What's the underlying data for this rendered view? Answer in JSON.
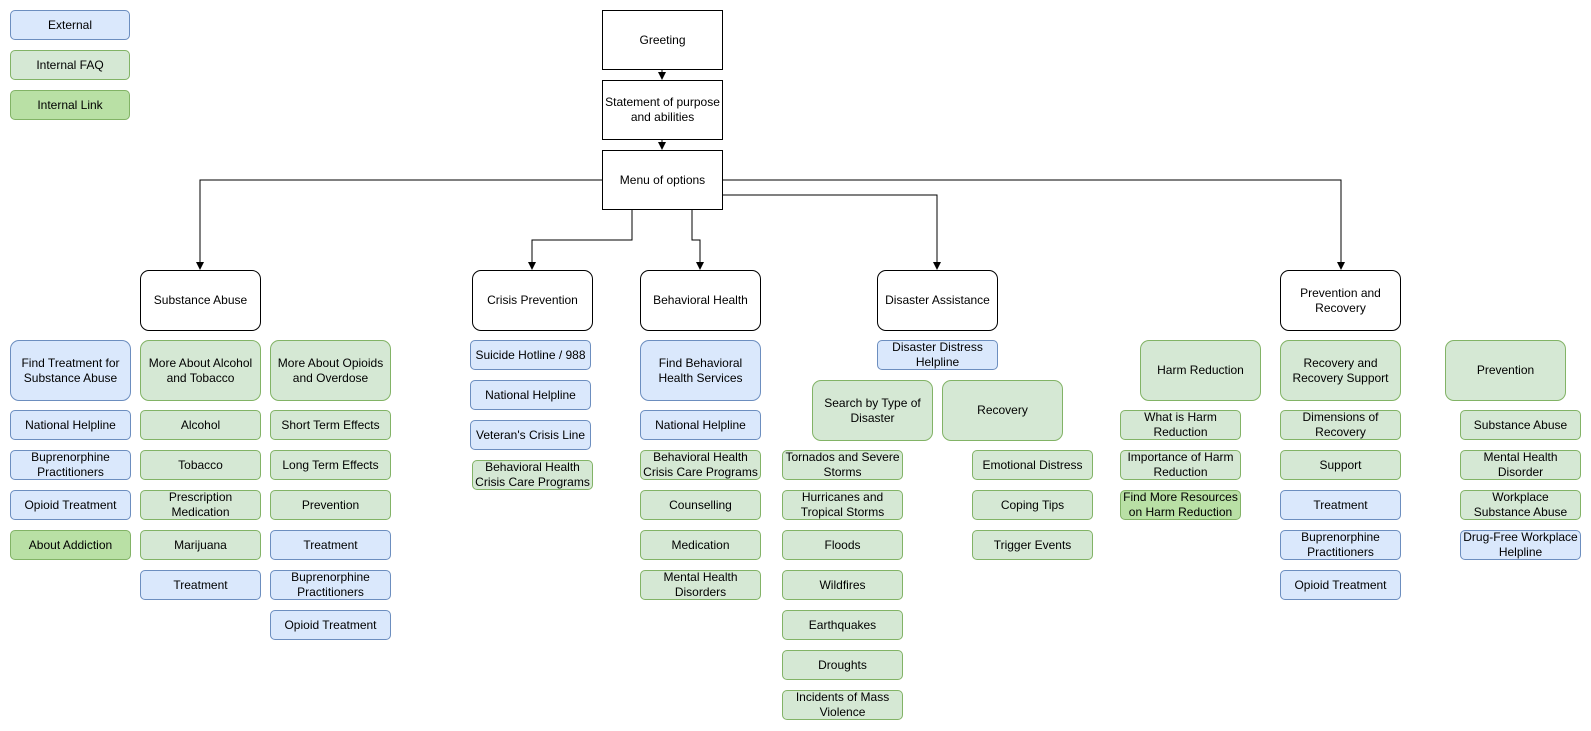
{
  "colors": {
    "external_fill": "#dae8fc",
    "external_stroke": "#6c8ebf",
    "faq_fill": "#d5e8d4",
    "faq_stroke": "#82b366",
    "link_fill": "#b9e0a5",
    "link_stroke": "#82b366",
    "line": "#000000"
  },
  "legend": {
    "external": "External",
    "internal_faq": "Internal FAQ",
    "internal_link": "Internal Link"
  },
  "top": {
    "greeting": "Greeting",
    "statement": "Statement of purpose and abilities",
    "menu": "Menu of options"
  },
  "substance_abuse": {
    "title": "Substance Abuse",
    "find_treatment": "Find Treatment for Substance Abuse",
    "national_helpline": "National Helpline",
    "buprenorphine": "Buprenorphine Practitioners",
    "opioid_treatment": "Opioid Treatment",
    "about_addiction": "About Addiction",
    "alcohol_tobacco": {
      "title": "More About Alcohol and Tobacco",
      "items": [
        "Alcohol",
        "Tobacco",
        "Prescription Medication",
        "Marijuana",
        "Treatment"
      ]
    },
    "opioids": {
      "title": "More About Opioids and Overdose",
      "items": [
        "Short Term Effects",
        "Long Term Effects",
        "Prevention",
        "Treatment",
        "Buprenorphine Practitioners",
        "Opioid Treatment"
      ]
    }
  },
  "crisis_prevention": {
    "title": "Crisis Prevention",
    "items": [
      "Suicide Hotline / 988",
      "National Helpline",
      "Veteran's Crisis Line",
      "Behavioral Health Crisis Care Programs"
    ]
  },
  "behavioral_health": {
    "title": "Behavioral Health",
    "find_services": "Find Behavioral Health Services",
    "items": [
      "National Helpline",
      "Behavioral Health Crisis Care Programs",
      "Counselling",
      "Medication",
      "Mental Health Disorders"
    ]
  },
  "disaster_assistance": {
    "title": "Disaster Assistance",
    "distress_helpline": "Disaster Distress Helpline",
    "search_by_type": {
      "title": "Search by Type of Disaster",
      "items": [
        "Tornados and Severe Storms",
        "Hurricanes and Tropical Storms",
        "Floods",
        "Wildfires",
        "Earthquakes",
        "Droughts",
        "Incidents of Mass Violence"
      ]
    },
    "recovery": {
      "title": "Recovery",
      "items": [
        "Emotional Distress",
        "Coping Tips",
        "Trigger Events"
      ]
    }
  },
  "prevention_recovery": {
    "title": "Prevention and Recovery",
    "harm_reduction": {
      "title": "Harm Reduction",
      "items": [
        "What is Harm Reduction",
        "Importance of Harm Reduction",
        "Find More Resources on Harm Reduction"
      ]
    },
    "recovery_support": {
      "title": "Recovery and Recovery Support",
      "items": [
        "Dimensions of Recovery",
        "Support",
        "Treatment",
        "Buprenorphine Practitioners",
        "Opioid Treatment"
      ]
    },
    "prevention": {
      "title": "Prevention",
      "items": [
        "Substance Abuse",
        "Mental Health Disorder",
        "Workplace Substance Abuse",
        "Drug-Free Workplace Helpline"
      ]
    }
  }
}
